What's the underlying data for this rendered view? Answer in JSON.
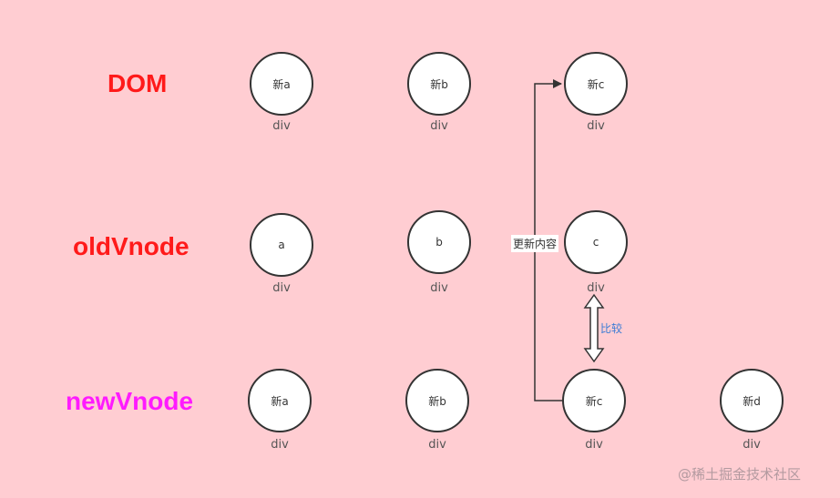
{
  "rows": {
    "dom": {
      "label": "DOM",
      "color": "#ff1a1a",
      "nodes": [
        {
          "text": "新a",
          "tag": "div"
        },
        {
          "text": "新b",
          "tag": "div"
        },
        {
          "text": "新c",
          "tag": "div"
        }
      ]
    },
    "old": {
      "label": "oldVnode",
      "color": "#ff1a1a",
      "nodes": [
        {
          "text": "a",
          "tag": "div"
        },
        {
          "text": "b",
          "tag": "div"
        },
        {
          "text": "c",
          "tag": "div"
        }
      ]
    },
    "new": {
      "label": "newVnode",
      "color": "#ff1aff",
      "nodes": [
        {
          "text": "新a",
          "tag": "div"
        },
        {
          "text": "新b",
          "tag": "div"
        },
        {
          "text": "新c",
          "tag": "div"
        },
        {
          "text": "新d",
          "tag": "div"
        }
      ]
    }
  },
  "annotations": {
    "update_content": "更新内容",
    "compare": "比较"
  },
  "watermark": "@稀土掘金技术社区"
}
